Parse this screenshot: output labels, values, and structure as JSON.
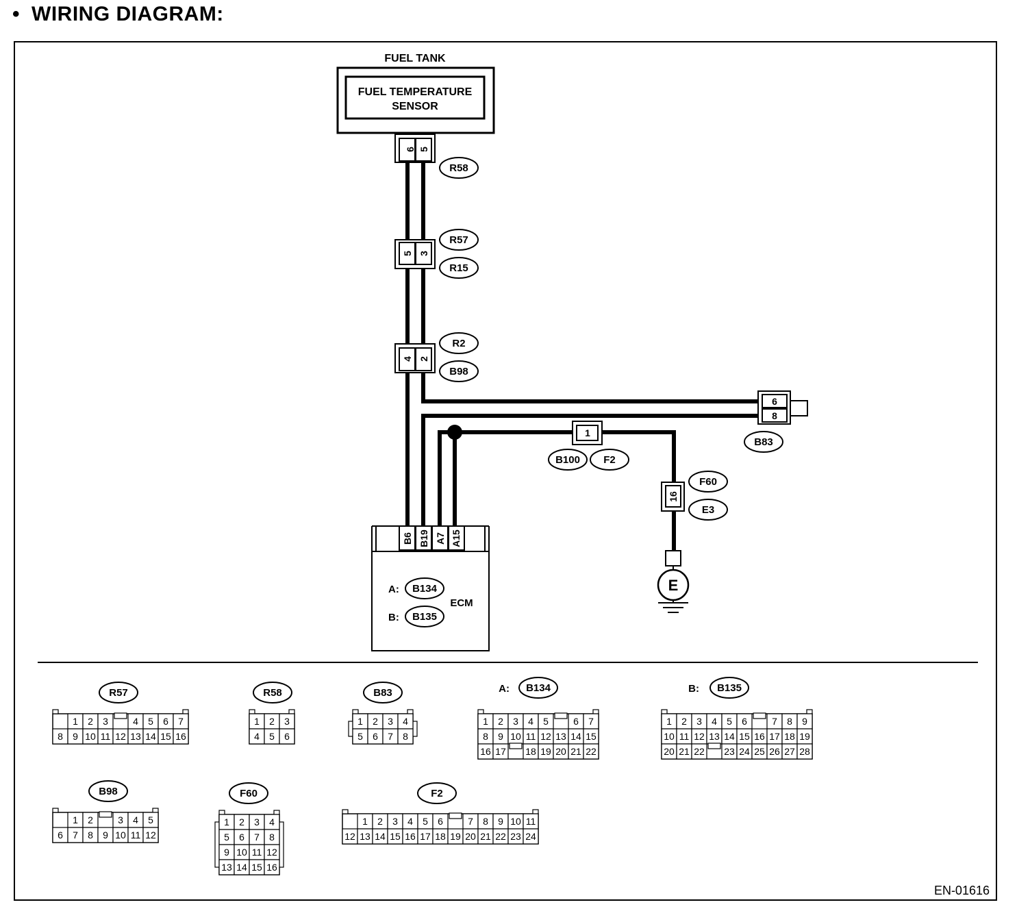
{
  "heading": {
    "bullet": "•",
    "title": "WIRING DIAGRAM:"
  },
  "fuel_tank": {
    "label": "FUEL TANK",
    "sensor_line1": "FUEL TEMPERATURE",
    "sensor_line2": "SENSOR"
  },
  "connectors": {
    "r58": {
      "pins": [
        "6",
        "5"
      ],
      "tags": [
        "R58"
      ]
    },
    "r57_r15": {
      "pins": [
        "5",
        "3"
      ],
      "tags": [
        "R57",
        "R15"
      ]
    },
    "r2_b98": {
      "pins": [
        "4",
        "2"
      ],
      "tags": [
        "R2",
        "B98"
      ]
    },
    "b83": {
      "pins": [
        "6",
        "8"
      ],
      "tags": [
        "B83"
      ]
    },
    "b100_f2": {
      "pins": [
        "1"
      ],
      "tags": [
        "B100",
        "F2"
      ]
    },
    "f60_e3": {
      "pins": [
        "16"
      ],
      "tags": [
        "F60",
        "E3"
      ]
    }
  },
  "ecm": {
    "label": "ECM",
    "pins": [
      "B6",
      "B19",
      "A7",
      "A15"
    ],
    "a_prefix": "A:",
    "a_tag": "B134",
    "b_prefix": "B:",
    "b_tag": "B135"
  },
  "ground": {
    "label": "E"
  },
  "face_views": {
    "r57": {
      "tag": "R57",
      "rows": [
        [
          "1",
          "2",
          "3",
          "",
          "4",
          "5",
          "6",
          "7"
        ],
        [
          "8",
          "9",
          "10",
          "11",
          "12",
          "13",
          "14",
          "15",
          "16"
        ]
      ]
    },
    "r58": {
      "tag": "R58",
      "rows": [
        [
          "1",
          "2",
          "3"
        ],
        [
          "4",
          "5",
          "6"
        ]
      ]
    },
    "b83": {
      "tag": "B83",
      "rows": [
        [
          "1",
          "2",
          "3",
          "4"
        ],
        [
          "5",
          "6",
          "7",
          "8"
        ]
      ]
    },
    "b134": {
      "prefix": "A:",
      "tag": "B134",
      "rows": [
        [
          "1",
          "2",
          "3",
          "4",
          "5",
          "",
          "6",
          "7"
        ],
        [
          "8",
          "9",
          "10",
          "11",
          "12",
          "13",
          "14",
          "15"
        ],
        [
          "16",
          "17",
          "",
          "18",
          "19",
          "20",
          "21",
          "22"
        ]
      ]
    },
    "b135": {
      "prefix": "B:",
      "tag": "B135",
      "rows": [
        [
          "1",
          "2",
          "3",
          "4",
          "5",
          "6",
          "",
          "7",
          "8",
          "9"
        ],
        [
          "10",
          "11",
          "12",
          "13",
          "14",
          "15",
          "16",
          "17",
          "18",
          "19"
        ],
        [
          "20",
          "21",
          "22",
          "",
          "23",
          "24",
          "25",
          "26",
          "27",
          "28"
        ]
      ]
    },
    "b98": {
      "tag": "B98",
      "rows": [
        [
          "1",
          "2",
          "",
          "3",
          "4",
          "5"
        ],
        [
          "6",
          "7",
          "8",
          "9",
          "10",
          "11",
          "12"
        ]
      ]
    },
    "f60": {
      "tag": "F60",
      "rows": [
        [
          "1",
          "2",
          "3",
          "4"
        ],
        [
          "5",
          "6",
          "7",
          "8"
        ],
        [
          "9",
          "10",
          "11",
          "12"
        ],
        [
          "13",
          "14",
          "15",
          "16"
        ]
      ]
    },
    "f2": {
      "tag": "F2",
      "rows": [
        [
          "1",
          "2",
          "3",
          "4",
          "5",
          "6",
          "",
          "7",
          "8",
          "9",
          "10",
          "11"
        ],
        [
          "12",
          "13",
          "14",
          "15",
          "16",
          "17",
          "18",
          "19",
          "20",
          "21",
          "22",
          "23",
          "24"
        ]
      ]
    }
  },
  "figure_id": "EN-01616"
}
